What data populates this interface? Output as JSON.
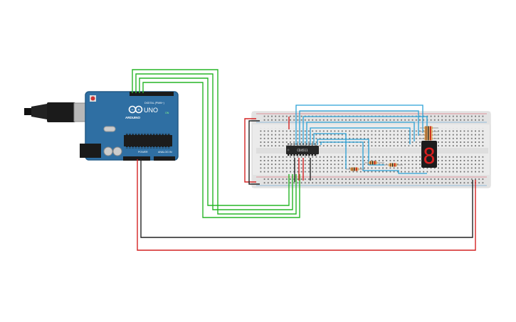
{
  "arduino": {
    "brand": "ARDUINO",
    "model": "UNO",
    "header_digital": "DIGITAL (PWM~)",
    "header_power": "POWER",
    "header_analog": "ANALOG IN",
    "on_label": "ON"
  },
  "ic": {
    "part": "CD4511"
  },
  "display": {
    "digit": "8"
  },
  "colors": {
    "wire_green": "#26b526",
    "wire_blue": "#2aa1d6",
    "wire_red": "#d42222",
    "wire_black": "#222222",
    "board_blue": "#2f6fa3",
    "breadboard": "#ececec",
    "display_red": "#d81e1e"
  }
}
